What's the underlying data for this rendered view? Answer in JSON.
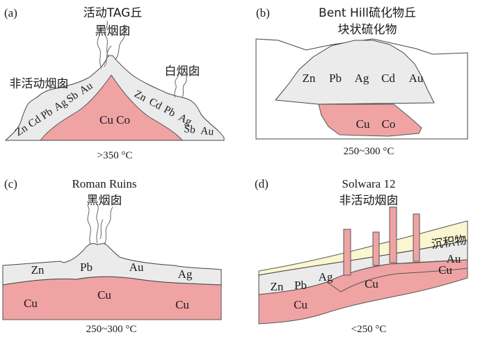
{
  "panels": {
    "a": {
      "label": "(a)",
      "title": "活动TAG丘",
      "chimney_black": "黑烟囱",
      "chimney_white": "白烟囱",
      "chimney_inactive": "非活动烟囱",
      "zone_left": [
        "Zn",
        "Cd",
        "Pb",
        "Ag",
        "Sb",
        "Au"
      ],
      "zone_right_upper": [
        "Zn",
        "Cd",
        "Pb",
        "Ag"
      ],
      "zone_right_lower": [
        "Sb",
        "Au"
      ],
      "core": "Cu Co",
      "temperature": ">350 °C"
    },
    "b": {
      "label": "(b)",
      "title": "Bent Hill硫化物丘",
      "subtitle": "块状硫化物",
      "zone_upper": [
        "Zn",
        "Pb",
        "Ag",
        "Cd",
        "Au"
      ],
      "core": "Cu    Co",
      "temperature": "250~300 °C"
    },
    "c": {
      "label": "(c)",
      "title": "Roman Ruins",
      "chimney_black": "黑烟囱",
      "zone_upper": [
        "Zn",
        "Pb",
        "Au",
        "Ag"
      ],
      "zone_lower": [
        "Cu",
        "Cu",
        "Cu"
      ],
      "temperature": "250~300 °C"
    },
    "d": {
      "label": "(d)",
      "title": "Solwara 12",
      "subtitle": "非活动烟囱",
      "sediment": "沉积物",
      "zone_upper_right": "Au",
      "zone_left": [
        "Zn",
        "Pb",
        "Ag"
      ],
      "cu_labels": [
        "Cu",
        "Cu",
        "Cu"
      ],
      "temperature": "<250 °C"
    }
  },
  "colors": {
    "sulfide_grey": "#ebebeb",
    "copper_pink": "#f0a3a3",
    "sediment_yellow": "#fbf6cf",
    "outline": "#444444"
  }
}
